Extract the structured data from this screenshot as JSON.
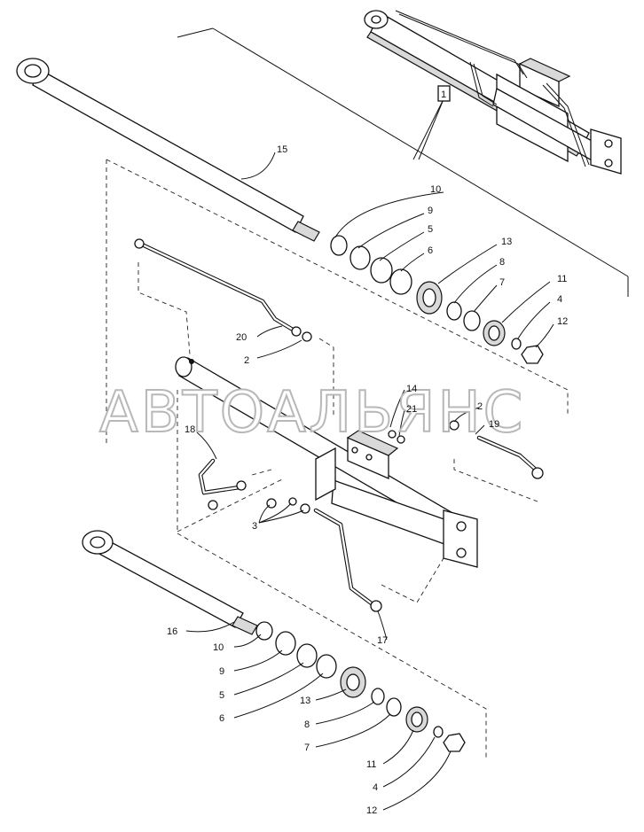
{
  "watermark": "АВТОАЛЬЯНС",
  "reference_box": "1",
  "labels": {
    "l15": "15",
    "l10a": "10",
    "l9a": "9",
    "l5a": "5",
    "l6a": "6",
    "l13a": "13",
    "l8a": "8",
    "l7a": "7",
    "l11a": "11",
    "l4a": "4",
    "l12a": "12",
    "l20": "20",
    "l2a": "2",
    "l14": "14",
    "l21": "21",
    "l2b": "2",
    "l19": "19",
    "l18": "18",
    "l3": "3",
    "l17": "17",
    "l16": "16",
    "l10b": "10",
    "l9b": "9",
    "l5b": "5",
    "l6b": "6",
    "l13b": "13",
    "l8b": "8",
    "l7b": "7",
    "l11b": "11",
    "l4b": "4",
    "l12b": "12"
  }
}
